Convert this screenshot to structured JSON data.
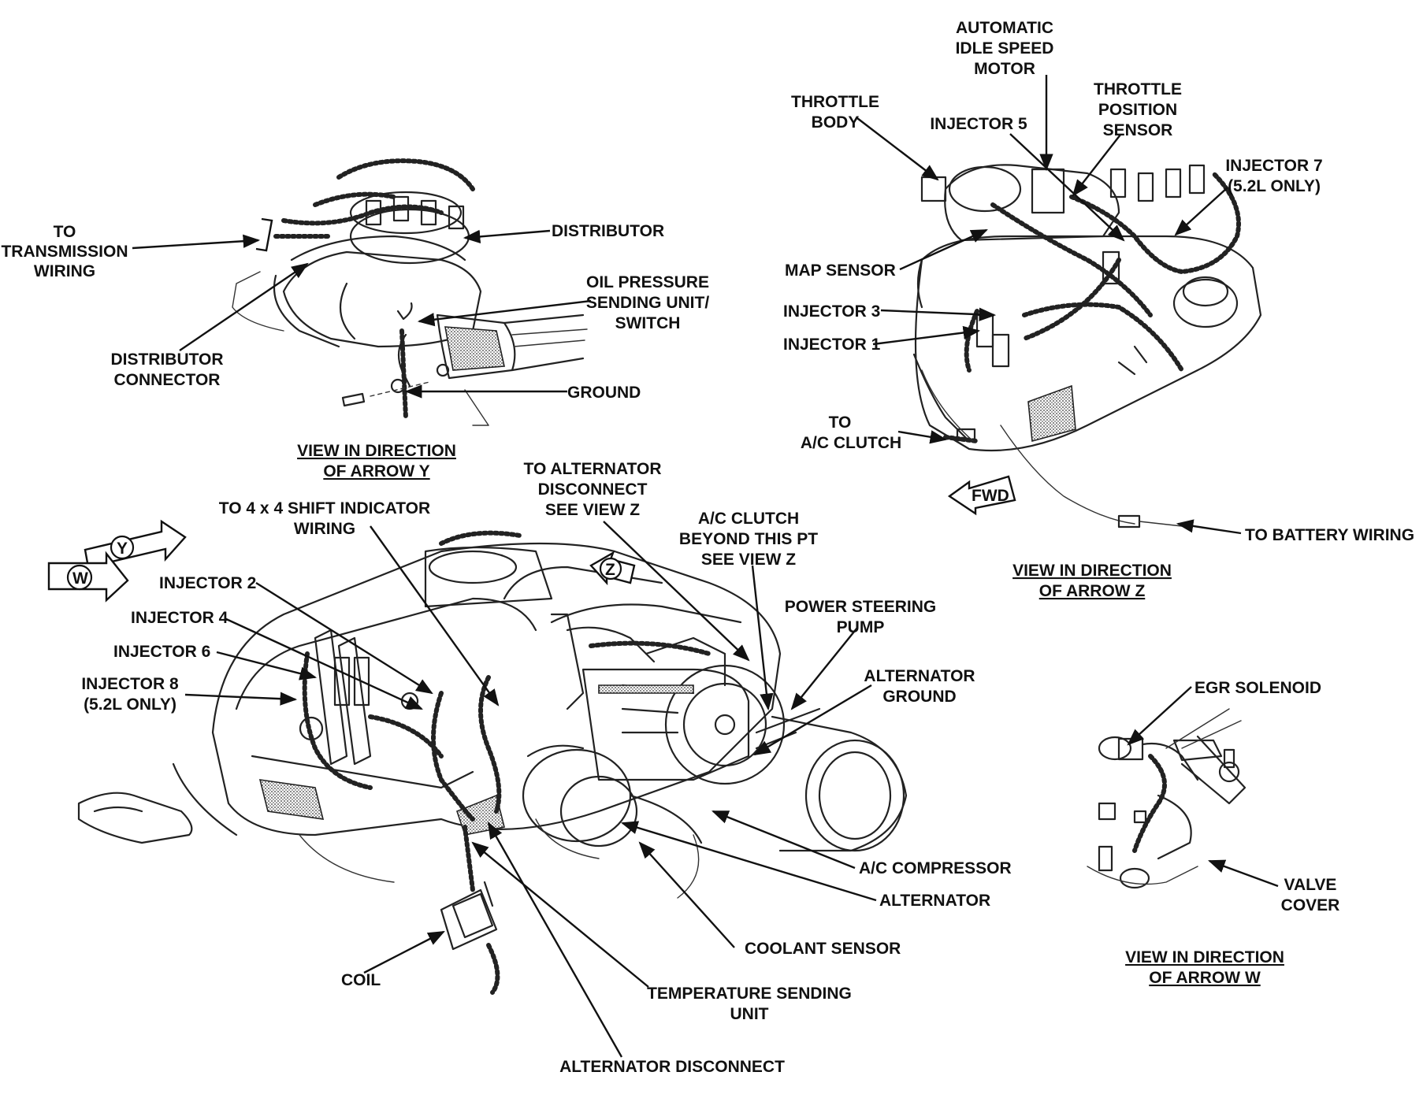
{
  "views": {
    "y": {
      "caption": [
        "VIEW IN DIRECTION",
        "OF ARROW Y"
      ]
    },
    "z": {
      "caption": [
        "VIEW IN DIRECTION",
        "OF ARROW Z"
      ],
      "fwd": "FWD"
    },
    "w": {
      "caption": [
        "VIEW IN DIRECTION",
        "OF ARROW W"
      ]
    }
  },
  "arrows": {
    "y": "Y",
    "w": "W",
    "z": "Z"
  },
  "labels": {
    "to_transmission_wiring": [
      "TO",
      "TRANSMISSION",
      "WIRING"
    ],
    "distributor": "DISTRIBUTOR",
    "oil_pressure": [
      "OIL PRESSURE",
      "SENDING UNIT/",
      "SWITCH"
    ],
    "distributor_connector": [
      "DISTRIBUTOR",
      "CONNECTOR"
    ],
    "ground": "GROUND",
    "automatic_idle": [
      "AUTOMATIC",
      "IDLE SPEED",
      "MOTOR"
    ],
    "throttle_body": [
      "THROTTLE",
      "BODY"
    ],
    "injector_5": "INJECTOR 5",
    "throttle_position": [
      "THROTTLE",
      "POSITION",
      "SENSOR"
    ],
    "injector_7": [
      "INJECTOR 7",
      "(5.2L ONLY)"
    ],
    "map_sensor": "MAP SENSOR",
    "injector_3": "INJECTOR 3",
    "injector_1": "INJECTOR 1",
    "to_ac_clutch": [
      "TO",
      "A/C CLUTCH"
    ],
    "to_battery_wiring": "TO BATTERY WIRING",
    "to_alternator_disconnect": [
      "TO ALTERNATOR",
      "DISCONNECT",
      "SEE VIEW Z"
    ],
    "to_4x4": [
      "TO 4 x 4 SHIFT INDICATOR",
      "WIRING"
    ],
    "ac_clutch_beyond": [
      "A/C CLUTCH",
      "BEYOND THIS PT",
      "SEE VIEW Z"
    ],
    "power_steering": [
      "POWER STEERING",
      "PUMP"
    ],
    "alternator_ground": [
      "ALTERNATOR",
      "GROUND"
    ],
    "injector_2": "INJECTOR 2",
    "injector_4": "INJECTOR 4",
    "injector_6": "INJECTOR 6",
    "injector_8": [
      "INJECTOR 8",
      "(5.2L ONLY)"
    ],
    "egr_solenoid": "EGR SOLENOID",
    "valve_cover": [
      "VALVE",
      "COVER"
    ],
    "ac_compressor": "A/C COMPRESSOR",
    "alternator": "ALTERNATOR",
    "coolant_sensor": "COOLANT SENSOR",
    "coil": "COIL",
    "temperature_sending": [
      "TEMPERATURE SENDING",
      "UNIT"
    ],
    "alternator_disconnect": "ALTERNATOR DISCONNECT"
  }
}
